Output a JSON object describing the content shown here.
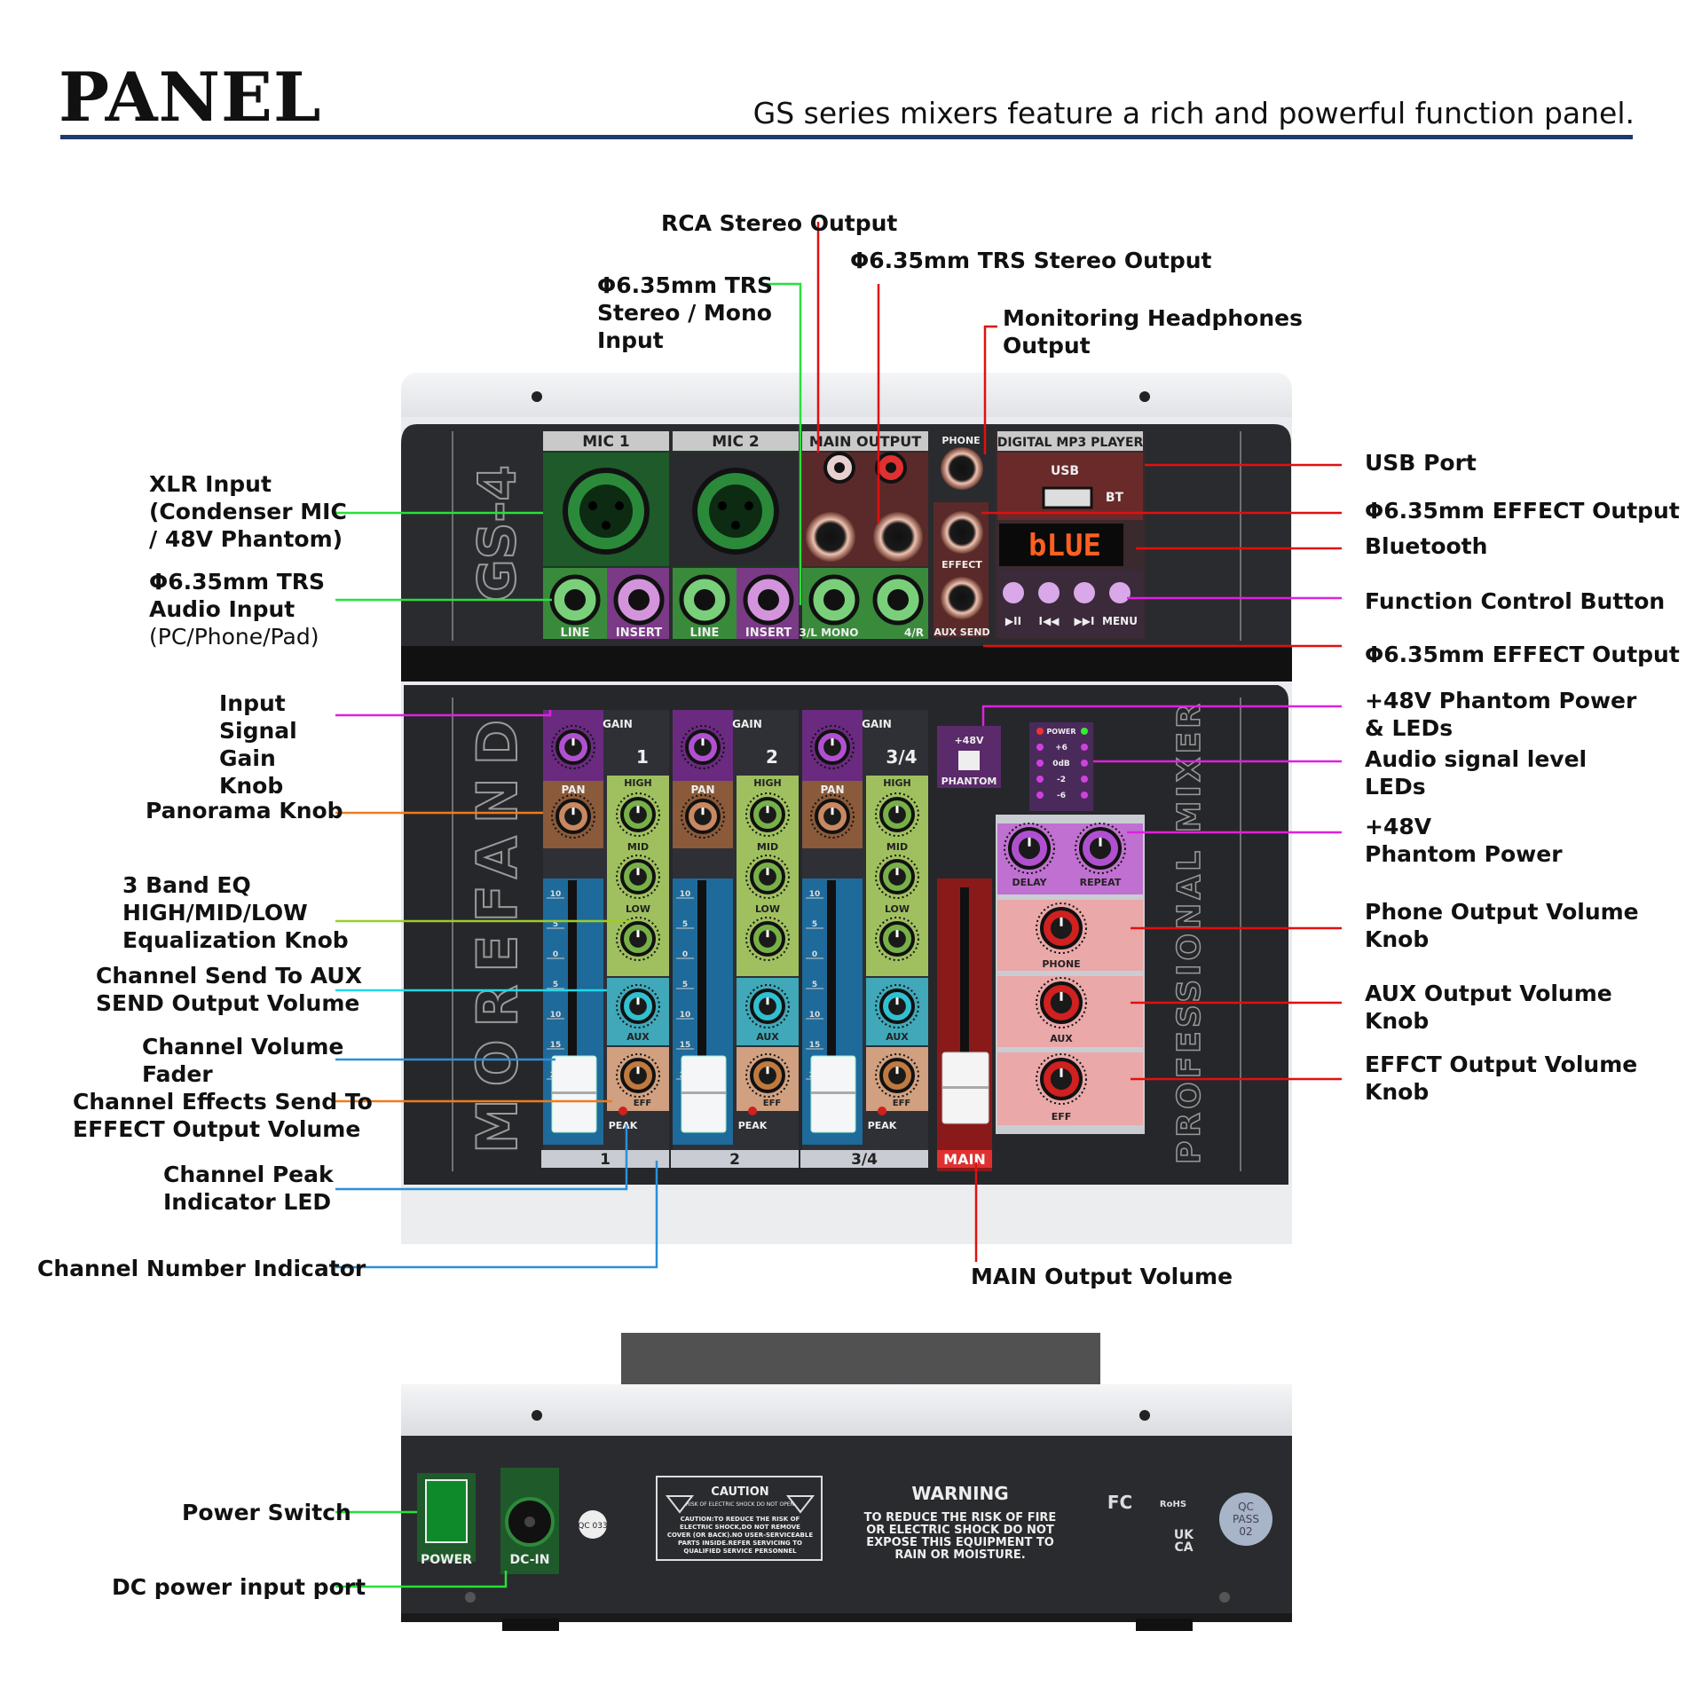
{
  "header": {
    "title": "PANEL",
    "subtitle": "GS series mixers feature a rich and powerful function panel."
  },
  "colors": {
    "rule": "#1d3b6e",
    "green": "#27e03a",
    "red": "#e01010",
    "magenta": "#e020e0",
    "orange": "#f07a1a",
    "yellowgreen": "#9ccc2a",
    "cyan": "#20d8e8",
    "blue": "#2b8fd8"
  },
  "callouts": {
    "rca_stereo_output": "RCA Stereo Output",
    "trs_stereo_output": "Φ6.35mm TRS Stereo Output",
    "trs_stereo_mono_input": [
      "Φ6.35mm TRS",
      "Stereo / Mono",
      "Input"
    ],
    "monitoring_headphones": [
      "Monitoring Headphones",
      "Output"
    ],
    "xlr_input": [
      "XLR Input",
      "(Condenser MIC",
      "/ 48V Phantom)"
    ],
    "trs_audio_input": [
      "Φ6.35mm TRS",
      "Audio Input"
    ],
    "trs_audio_input_note": "(PC/Phone/Pad)",
    "input_gain": [
      "Input Signal",
      "Gain Knob"
    ],
    "panorama": "Panorama Knob",
    "eq": [
      "3 Band EQ",
      "HIGH/MID/LOW",
      "Equalization Knob"
    ],
    "aux_send": [
      "Channel Send To AUX",
      "SEND Output Volume"
    ],
    "channel_fader": [
      "Channel Volume",
      "Fader"
    ],
    "effects_send": [
      "Channel Effects Send To",
      "EFFECT Output Volume"
    ],
    "peak_led": [
      "Channel Peak",
      "Indicator LED"
    ],
    "channel_number": "Channel Number Indicator",
    "usb_port": "USB Port",
    "effect_output_1": "Φ6.35mm EFFECT Output",
    "bluetooth": "Bluetooth",
    "function_button": "Function Control Button",
    "effect_output_2": "Φ6.35mm EFFECT Output",
    "phantom_leds": [
      "+48V Phantom Power",
      "& LEDs"
    ],
    "level_leds": [
      "Audio signal level",
      "LEDs"
    ],
    "phantom_power": [
      "+48V",
      "Phantom Power"
    ],
    "phone_volume": [
      "Phone Output Volume",
      "Knob"
    ],
    "aux_volume": [
      "AUX Output Volume",
      "Knob"
    ],
    "effect_volume": [
      "EFFCT Output Volume",
      "Knob"
    ],
    "main_volume": "MAIN Output Volume",
    "power_switch": "Power Switch",
    "dc_input": "DC power input port"
  },
  "device": {
    "model": "GS-4",
    "brand": "MOREFAND",
    "side_text": "PROFESSIONAL MIXER",
    "mic1": "MIC   1",
    "mic2": "MIC   2",
    "main_output": "MAIN OUTPUT",
    "phone": "PHONE",
    "mp3_player": "DIGITAL MP3 PLAYER",
    "usb": "USB",
    "bt": "BT",
    "display_text": "bLUE",
    "effect": "EFFECT",
    "aux_send": "AUX SEND",
    "line": "LINE",
    "insert": "INSERT",
    "jack_3l": "3/L MONO",
    "jack_4r": "4/R",
    "transport": [
      "▶II",
      "I◀◀",
      "▶▶I",
      "MENU"
    ],
    "gain": "GAIN",
    "pan": "PAN",
    "high": "HIGH",
    "mid": "MID",
    "low": "LOW",
    "aux": "AUX",
    "eff": "EFF",
    "peak": "PEAK",
    "channels": [
      "1",
      "2",
      "3/4"
    ],
    "main": "MAIN",
    "phantom": "PHANTOM",
    "plus48v": "+48V",
    "power_led": "POWER",
    "level_marks": [
      "+6",
      "0dB",
      "-2",
      "-6"
    ],
    "delay": "DELAY",
    "repeat": "REPEAT",
    "phone_knob": "PHONE",
    "aux_knob": "AUX",
    "eff_knob": "EFF",
    "fader_scale": [
      "10",
      "5",
      "0",
      "5",
      "10",
      "15",
      "20"
    ]
  },
  "rear": {
    "power": "POWER",
    "dc_in": "DC-IN",
    "caution": "CAUTION",
    "caution_sub": "RISK OF ELECTRIC SHOCK DO NOT OPEN",
    "caution_text": [
      "CAUTION:TO REDUCE THE RISK OF",
      "ELECTRIC SHOCK,DO NOT REMOVE",
      "COVER (OR BACK).NO USER-SERVICEABLE",
      "PARTS INSIDE.REFER SERVICING TO",
      "QUALIFIED SERVICE PERSONNEL"
    ],
    "warning": "WARNING",
    "warning_text": [
      "TO REDUCE THE RISK OF FIRE",
      "OR ELECTRIC SHOCK DO NOT",
      "EXPOSE THIS EQUIPMENT TO",
      "RAIN OR MOISTURE."
    ],
    "qc": [
      "QC",
      "PASS",
      "02"
    ],
    "cert_fc": "FC",
    "cert_rohs": "RoHS",
    "cert_ukca": [
      "UK",
      "CA"
    ],
    "qc_small": "QC 033"
  }
}
